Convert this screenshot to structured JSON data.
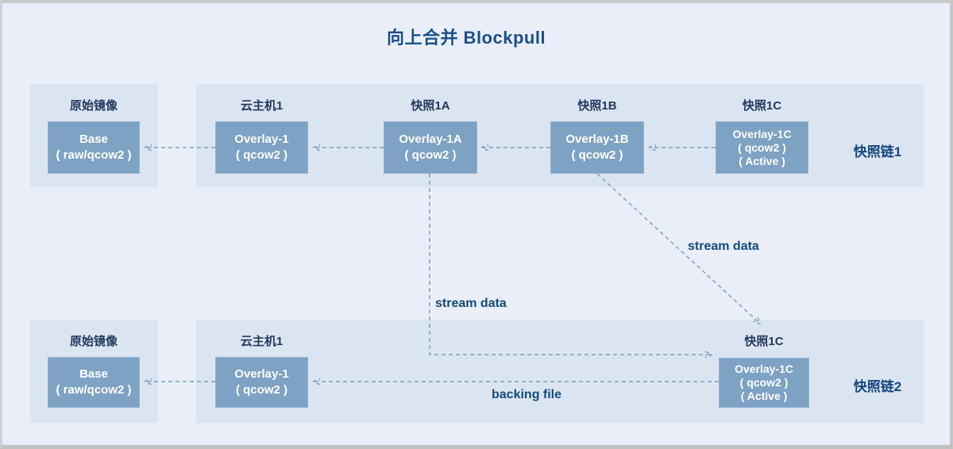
{
  "title": "向上合并 Blockpull",
  "chain1": {
    "name": "快照链1",
    "base": {
      "label": "原始镜像",
      "line1": "Base",
      "line2": "( raw/qcow2 )"
    },
    "nodes": [
      {
        "label": "云主机1",
        "line1": "Overlay-1",
        "line2": "( qcow2 )"
      },
      {
        "label": "快照1A",
        "line1": "Overlay-1A",
        "line2": "( qcow2 )"
      },
      {
        "label": "快照1B",
        "line1": "Overlay-1B",
        "line2": "( qcow2 )"
      },
      {
        "label": "快照1C",
        "line1": "Overlay-1C",
        "line2": "( qcow2 )",
        "line3": "( Active )"
      }
    ]
  },
  "chain2": {
    "name": "快照链2",
    "base": {
      "label": "原始镜像",
      "line1": "Base",
      "line2": "( raw/qcow2 )"
    },
    "nodes": [
      {
        "label": "云主机1",
        "line1": "Overlay-1",
        "line2": "( qcow2 )"
      },
      {
        "label": "快照1C",
        "line1": "Overlay-1C",
        "line2": "( qcow2 )",
        "line3": "( Active )"
      }
    ]
  },
  "annotations": {
    "stream_data_left": "stream data",
    "stream_data_right": "stream data",
    "backing_file": "backing file"
  },
  "colors": {
    "title_accent": "#1b4f8a",
    "node_fill": "#7ea2c3",
    "panel_fill": "#dbe5f1",
    "canvas_fill": "#e9eef8",
    "arrow": "#7ba0c2",
    "arrowhead": "#5781ab"
  }
}
